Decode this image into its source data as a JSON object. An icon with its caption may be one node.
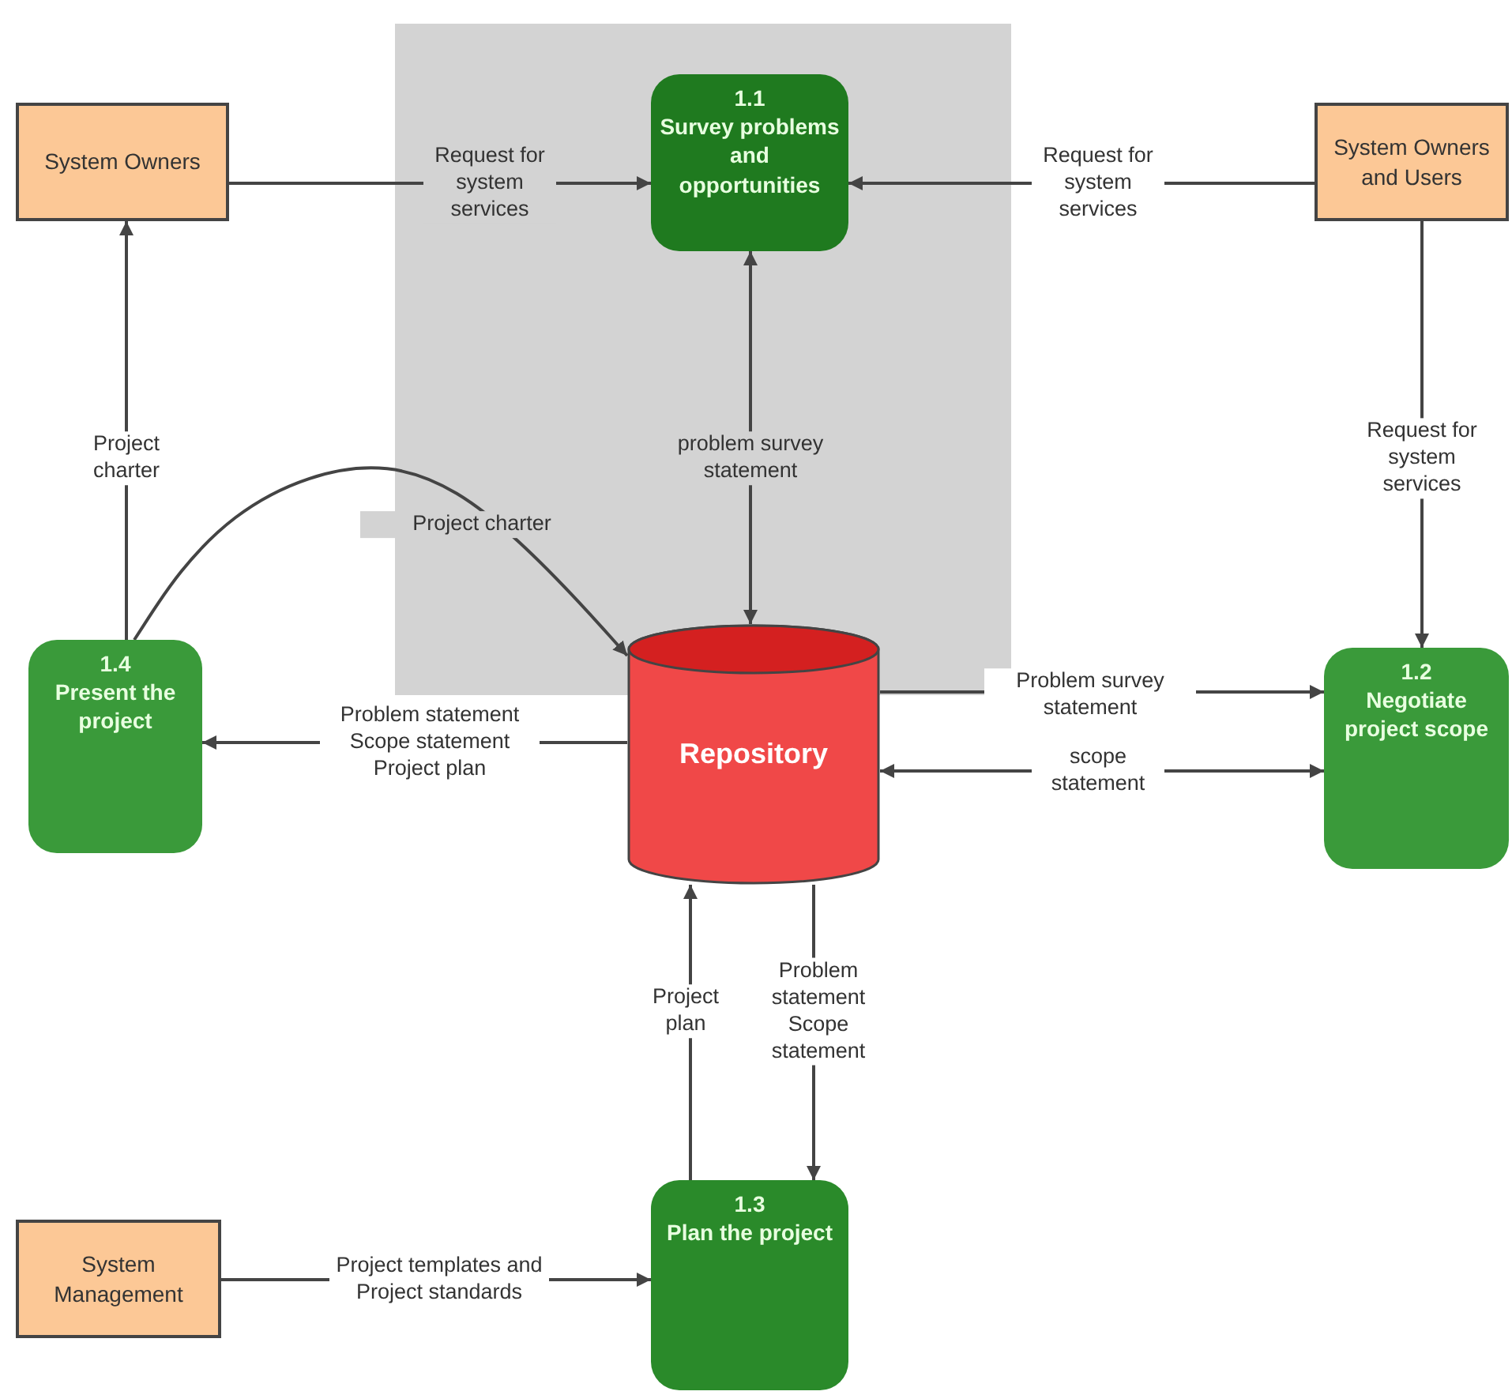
{
  "diagram": {
    "nodes": [
      {
        "text": [
          "System Owners"
        ]
      },
      {
        "text": [
          "1.1",
          "Survey problems and opportunities"
        ]
      },
      {
        "text": [
          "System Owners and Users"
        ]
      },
      {
        "text": [
          "1.4",
          "Present the project"
        ]
      },
      {
        "text": [
          "Repository"
        ]
      },
      {
        "text": [
          "1.2",
          "Negotiate project scope"
        ]
      },
      {
        "text": [
          "System Management"
        ]
      },
      {
        "text": [
          "1.3",
          "Plan the project"
        ]
      }
    ],
    "edges": [
      {
        "from": 0,
        "to": 1,
        "arrow": "to",
        "label": "Request for system services"
      },
      {
        "from": 2,
        "to": 1,
        "arrow": "to",
        "label": "Request for system services"
      },
      {
        "from": 1,
        "to": 4,
        "arrow": "both",
        "label": "problem survey statement"
      },
      {
        "from": 3,
        "to": 0,
        "arrow": "to",
        "label": "Project charter"
      },
      {
        "from": 3,
        "to": 4,
        "arrow": "to",
        "label": "Project charter"
      },
      {
        "from": 4,
        "to": 3,
        "arrow": "to",
        "label": "Problem statement Scope statement Project plan"
      },
      {
        "from": 2,
        "to": 5,
        "arrow": "to",
        "label": "Request for system services"
      },
      {
        "from": 4,
        "to": 5,
        "arrow": "to",
        "label": "Problem survey statement"
      },
      {
        "from": 4,
        "to": 5,
        "arrow": "both",
        "label": "scope statement"
      },
      {
        "from": 4,
        "to": 7,
        "arrow": "to",
        "label": "Problem statement Scope statement"
      },
      {
        "from": 7,
        "to": 4,
        "arrow": "to",
        "label": "Project plan"
      },
      {
        "from": 6,
        "to": 7,
        "arrow": "to",
        "label": "Project templates and Project standards"
      }
    ]
  }
}
